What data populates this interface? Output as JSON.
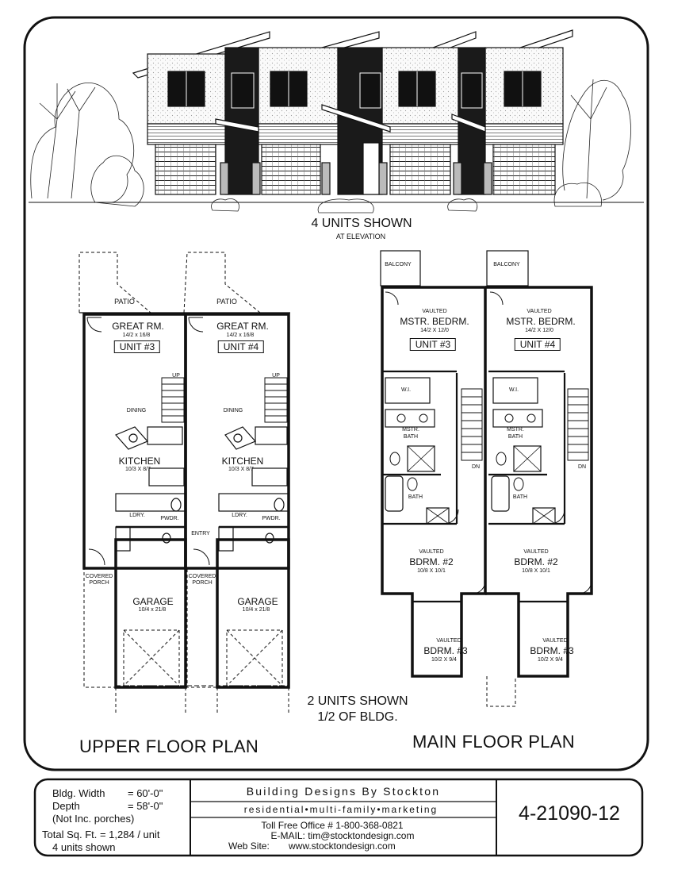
{
  "elevation": {
    "title": "4 UNITS SHOWN",
    "subtitle": "AT ELEVATION"
  },
  "upper_plan": {
    "heading": "UPPER FLOOR PLAN",
    "units": [
      {
        "patio": "PATIO",
        "great_room": "GREAT RM.",
        "great_room_dim": "14/2 x 16/8",
        "unit": "UNIT #3",
        "up": "UP",
        "dining": "DINING",
        "kitchen": "KITCHEN",
        "kitchen_dim": "10/3 X 8/7",
        "laundry": "LDRY.",
        "powder": "PWDR.",
        "entry": "",
        "porch_1": "COVERED",
        "porch_2": "PORCH",
        "garage": "GARAGE",
        "garage_dim": "10/4 x 21/8"
      },
      {
        "patio": "PATIO",
        "great_room": "GREAT RM.",
        "great_room_dim": "14/2 x 16/8",
        "unit": "UNIT #4",
        "up": "UP",
        "dining": "DINING",
        "kitchen": "KITCHEN",
        "kitchen_dim": "10/3 X 8/7",
        "laundry": "LDRY.",
        "powder": "PWDR.",
        "entry": "ENTRY",
        "porch_1": "COVERED",
        "porch_2": "PORCH",
        "garage": "GARAGE",
        "garage_dim": "10/4 x 21/8"
      }
    ]
  },
  "main_plan": {
    "heading": "MAIN FLOOR PLAN",
    "units": [
      {
        "balcony": "BALCONY",
        "vaulted": "VAULTED",
        "master": "MSTR. BEDRM.",
        "master_dim": "14/2 X 12/0",
        "unit": "UNIT #3",
        "wi": "W.I.",
        "mbath_1": "MSTR.",
        "mbath_2": "BATH",
        "bath": "BATH",
        "dn": "DN",
        "bed2": "BDRM. #2",
        "bed2_dim": "10/8 X 10/1",
        "bed3": "BDRM. #3",
        "bed3_dim": "10/2 X 9/4"
      },
      {
        "balcony": "BALCONY",
        "vaulted": "VAULTED",
        "master": "MSTR. BEDRM.",
        "master_dim": "14/2 X 12/0",
        "unit": "UNIT #4",
        "wi": "W.I.",
        "mbath_1": "MSTR.",
        "mbath_2": "BATH",
        "bath": "BATH",
        "dn": "DN",
        "bed2": "BDRM. #2",
        "bed2_dim": "10/8 X 10/1",
        "bed3": "BDRM. #3",
        "bed3_dim": "10/2 X 9/4"
      }
    ]
  },
  "note": {
    "line1": "2 UNITS SHOWN",
    "line2": "1/2 OF BLDG."
  },
  "title_block": {
    "width_label": "Bldg. Width",
    "width_value": "= 60'-0\"",
    "depth_label": "Depth",
    "depth_value": "= 58'-0\"",
    "porches": "(Not Inc. porches)",
    "sqft": "Total Sq. Ft. = 1,284 / unit",
    "units": "4 units shown",
    "company": "Building Designs By Stockton",
    "tagline": "residential•multi-family•marketing",
    "phone": "Toll Free Office # 1-800-368-0821",
    "email": "E-MAIL: tim@stocktondesign.com",
    "web_label": "Web Site:",
    "web": "www.stocktondesign.com",
    "plan_number": "4-21090-12"
  }
}
